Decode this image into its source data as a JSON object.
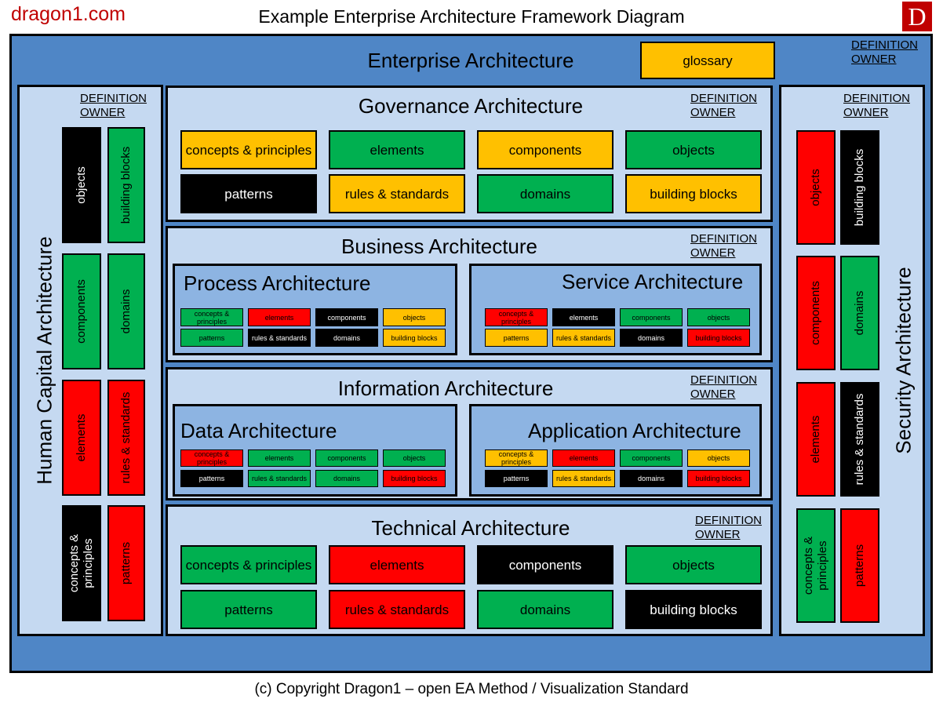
{
  "header": {
    "brand": "dragon1.com",
    "title": "Example Enterprise Architecture Framework Diagram",
    "logo_letter": "D"
  },
  "footer": "(c) Copyright Dragon1 – open EA Method / Visualization Standard",
  "definition_owner": {
    "line1": "DEFINITION",
    "line2": "OWNER"
  },
  "enterprise": {
    "title": "Enterprise Architecture",
    "glossary": "glossary"
  },
  "human_capital": {
    "title": "Human Capital Architecture",
    "tiles": [
      "objects",
      "building blocks",
      "components",
      "domains",
      "elements",
      "rules & standards",
      "concepts & principles",
      "patterns"
    ]
  },
  "security": {
    "title": "Security Architecture",
    "tiles": [
      "objects",
      "building blocks",
      "components",
      "domains",
      "elements",
      "rules & standards",
      "concepts & principles",
      "patterns"
    ]
  },
  "governance": {
    "title": "Governance Architecture",
    "tiles": [
      "concepts & principles",
      "elements",
      "components",
      "objects",
      "patterns",
      "rules & standards",
      "domains",
      "building blocks"
    ]
  },
  "business": {
    "title": "Business Architecture",
    "process": {
      "title": "Process Architecture",
      "tiles": [
        "concepts & principles",
        "elements",
        "components",
        "objects",
        "patterns",
        "rules & standards",
        "domains",
        "building blocks"
      ]
    },
    "service": {
      "title": "Service Architecture",
      "tiles": [
        "concepts & principles",
        "elements",
        "components",
        "objects",
        "patterns",
        "rules & standards",
        "domains",
        "building blocks"
      ]
    }
  },
  "information": {
    "title": "Information Architecture",
    "data": {
      "title": "Data Architecture",
      "tiles": [
        "concepts & principles",
        "elements",
        "components",
        "objects",
        "patterns",
        "rules & standards",
        "domains",
        "building blocks"
      ]
    },
    "application": {
      "title": "Application Architecture",
      "tiles": [
        "concepts & principles",
        "elements",
        "components",
        "objects",
        "patterns",
        "rules & standards",
        "domains",
        "building blocks"
      ]
    }
  },
  "technical": {
    "title": "Technical Architecture",
    "tiles": [
      "concepts & principles",
      "elements",
      "components",
      "objects",
      "patterns",
      "rules & standards",
      "domains",
      "building blocks"
    ]
  },
  "colors": {
    "orange": "#ffc000",
    "green": "#00b050",
    "red": "#ff0000",
    "black": "#000000",
    "frame_blue": "#4f86c6",
    "pane_blue": "#c5d9f1",
    "sub_blue": "#8db4e2"
  }
}
